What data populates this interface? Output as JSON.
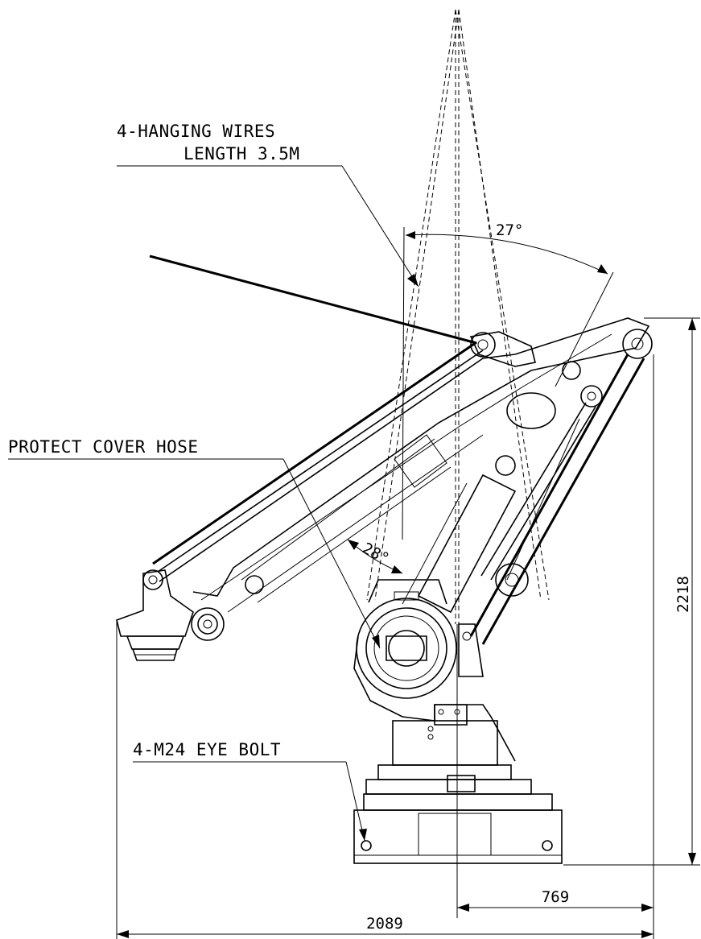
{
  "labels": {
    "hanging_wires_line1": "4-HANGING WIRES",
    "hanging_wires_line2": "LENGTH 3.5M",
    "protect_cover_hose": "PROTECT COVER HOSE",
    "eye_bolt": "4-M24 EYE BOLT"
  },
  "dimensions": {
    "angle_top": "27°",
    "angle_wire": "28°",
    "height": "2218",
    "reach_from_center": "769",
    "overall_width": "2089"
  },
  "colors": {
    "line": "#000000",
    "background": "#ffffff"
  }
}
